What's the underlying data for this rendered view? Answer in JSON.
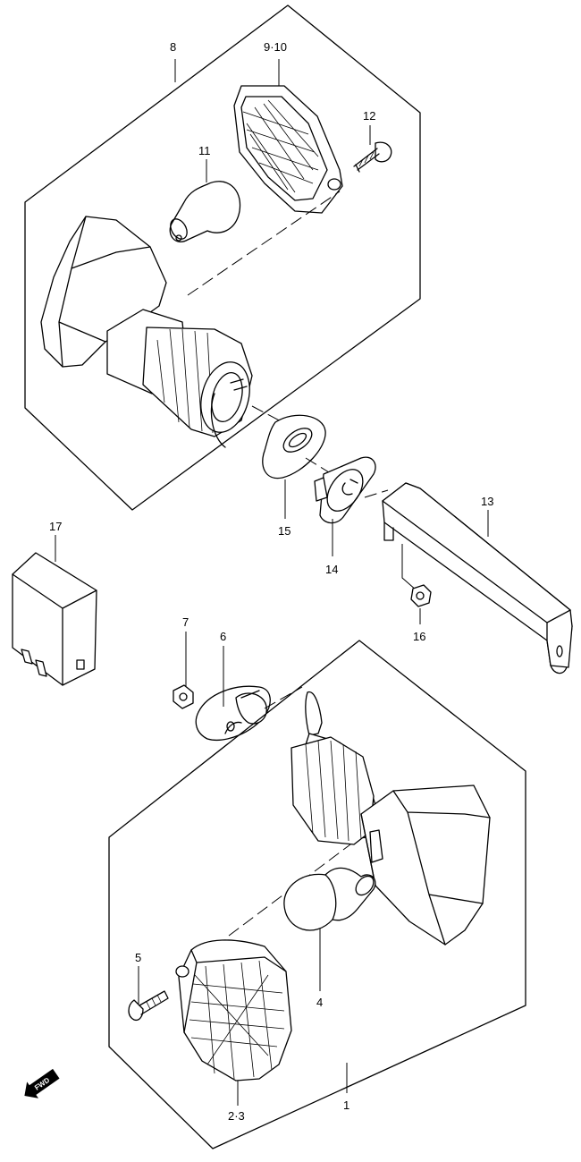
{
  "labels": {
    "p1": "1",
    "p2_3": "2·3",
    "p4": "4",
    "p5": "5",
    "p6": "6",
    "p7": "7",
    "p8": "8",
    "p9_10": "9·10",
    "p11": "11",
    "p12": "12",
    "p13": "13",
    "p14": "14",
    "p15": "15",
    "p16": "16",
    "p17": "17"
  },
  "fwd_badge": "FWD"
}
